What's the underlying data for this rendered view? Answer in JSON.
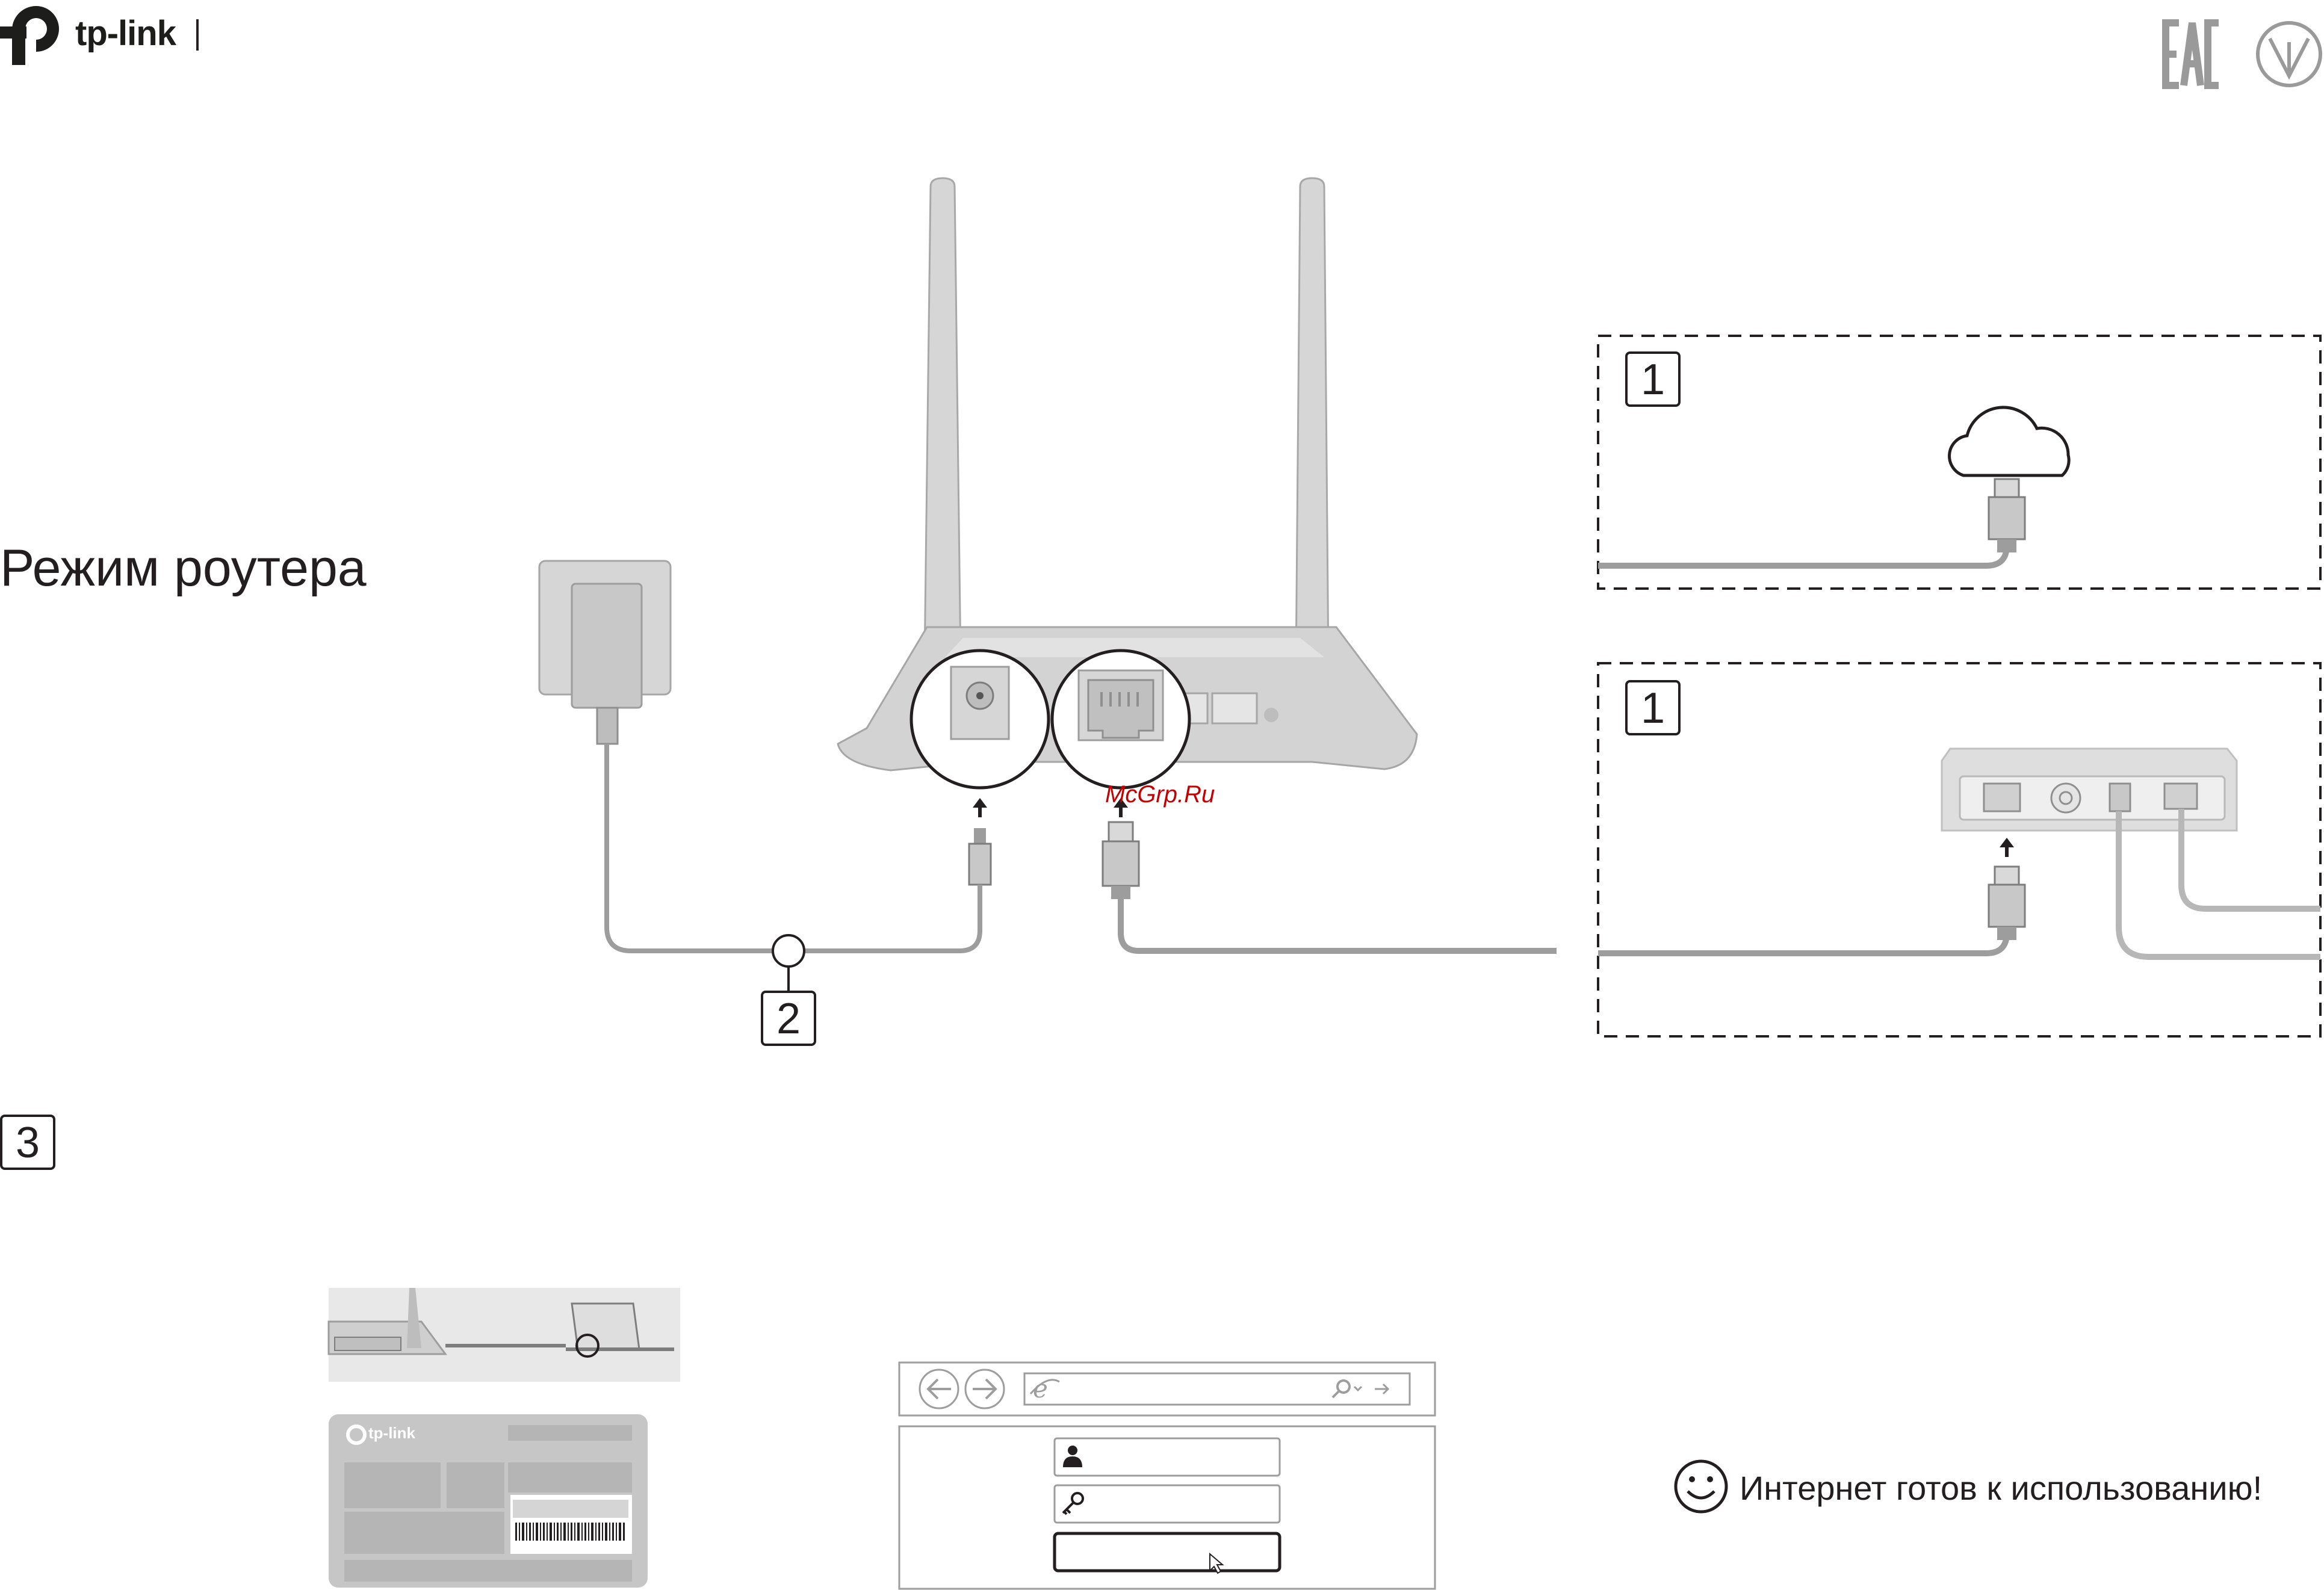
{
  "brand": {
    "name": "tp-link"
  },
  "header": {
    "certification_marks": [
      "eac-mark",
      "ukraine-conformity-mark"
    ]
  },
  "title": "Режим роутера",
  "steps": {
    "step1_a": "1",
    "step1_b": "1",
    "step2": "2",
    "step3": "3"
  },
  "watermark": "McGrp.Ru",
  "label": {
    "brand": "tp-link"
  },
  "final_message": "Интернет готов к использованию!",
  "icons": [
    "cloud-icon",
    "smiley-icon",
    "user-icon",
    "key-icon",
    "cursor-icon",
    "back-arrow-icon",
    "forward-arrow-icon",
    "ie-icon",
    "search-icon"
  ],
  "colors": {
    "device_gray": "#c8c8c8",
    "line_gray": "#9d9d9d",
    "text": "#231f20",
    "watermark": "#c40000"
  }
}
